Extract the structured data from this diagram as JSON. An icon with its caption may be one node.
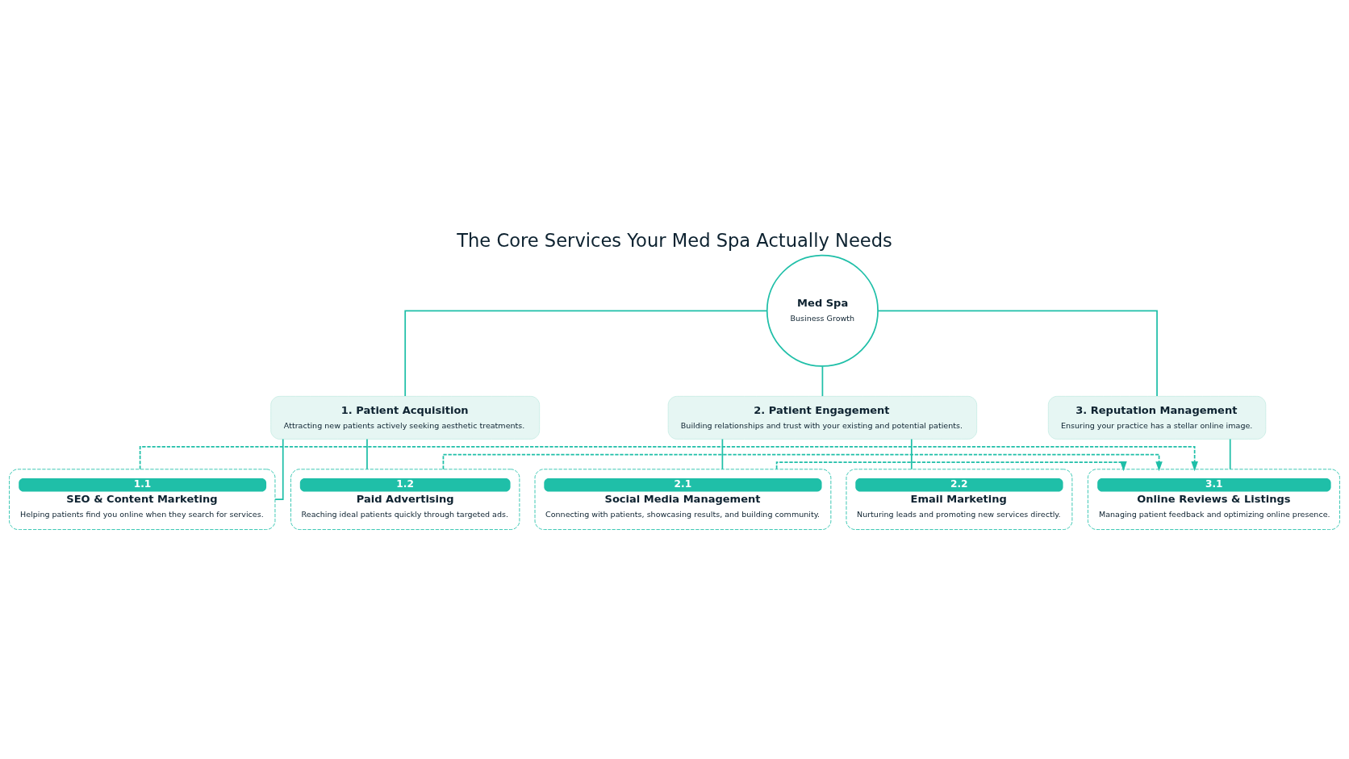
{
  "diagram": {
    "title": "The Core Services Your Med Spa Actually Needs",
    "nodes": [
      {
        "text": [
          "Med Spa",
          "Business Growth"
        ]
      },
      {
        "text": [
          "1. Patient Acquisition",
          "Attracting new patients actively seeking aesthetic treatments."
        ]
      },
      {
        "text": [
          "2. Patient Engagement",
          "Building relationships and trust with your existing and potential patients."
        ]
      },
      {
        "text": [
          "3. Reputation Management",
          "Ensuring your practice has a stellar online image."
        ]
      },
      {
        "text": [
          "1.1",
          "SEO & Content Marketing",
          "Helping patients find you online when they search for services."
        ]
      },
      {
        "text": [
          "1.2",
          "Paid Advertising",
          "Reaching ideal patients quickly through targeted ads."
        ]
      },
      {
        "text": [
          "2.1",
          "Social Media Management",
          "Connecting with patients, showcasing results, and building community."
        ]
      },
      {
        "text": [
          "2.2",
          "Email Marketing",
          "Nurturing leads and promoting new services directly."
        ]
      },
      {
        "text": [
          "3.1",
          "Online Reviews & Listings",
          "Managing patient feedback and optimizing online presence."
        ]
      }
    ],
    "edges": [
      {
        "from": 0,
        "to": 1,
        "arrow": "none"
      },
      {
        "from": 0,
        "to": 2,
        "arrow": "none"
      },
      {
        "from": 0,
        "to": 3,
        "arrow": "none"
      },
      {
        "from": 1,
        "to": 4,
        "arrow": "none"
      },
      {
        "from": 1,
        "to": 5,
        "arrow": "none"
      },
      {
        "from": 2,
        "to": 6,
        "arrow": "none"
      },
      {
        "from": 2,
        "to": 7,
        "arrow": "none"
      },
      {
        "from": 3,
        "to": 8,
        "arrow": "none"
      },
      {
        "from": 4,
        "to": 8,
        "arrow": "to",
        "style": "dashed"
      },
      {
        "from": 5,
        "to": 8,
        "arrow": "to",
        "style": "dashed"
      },
      {
        "from": 6,
        "to": 8,
        "arrow": "to",
        "style": "dashed"
      }
    ]
  }
}
